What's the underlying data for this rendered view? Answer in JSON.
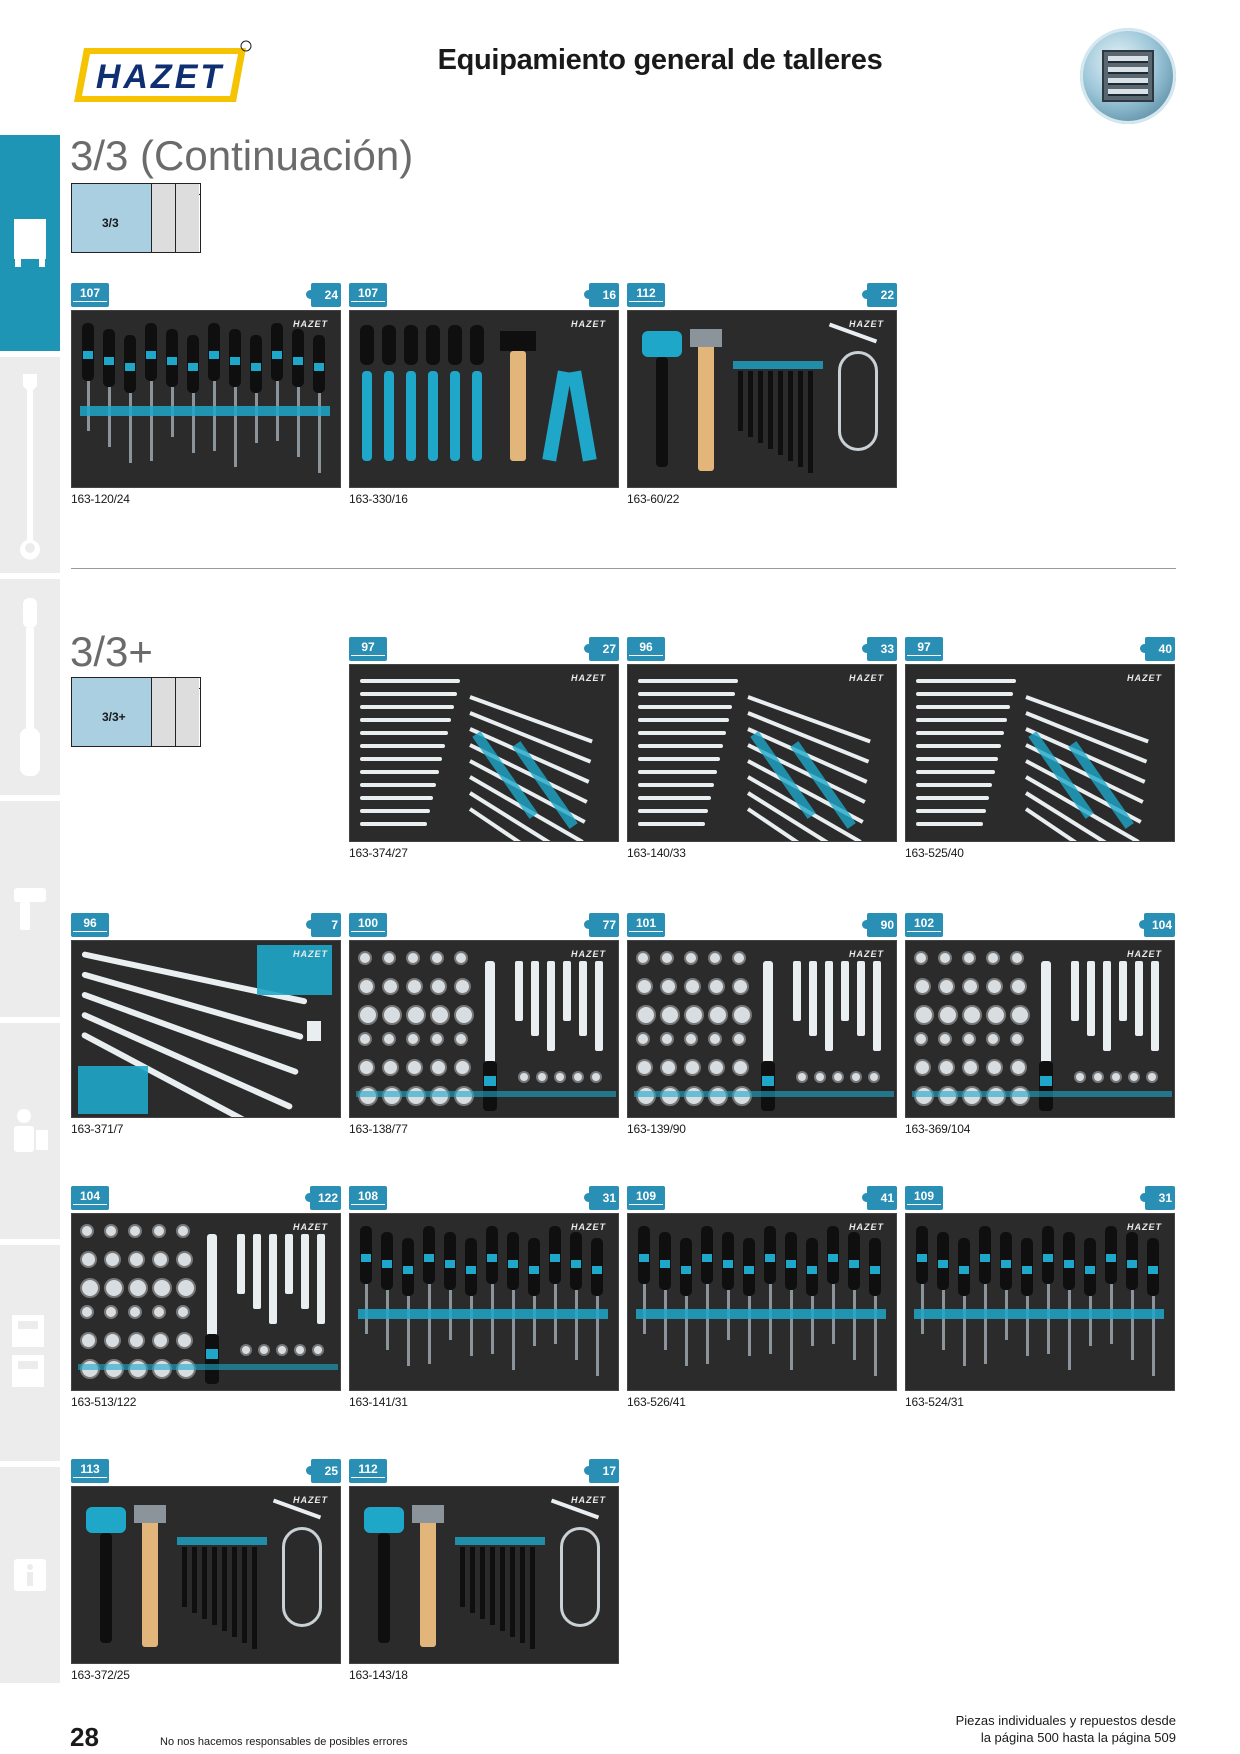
{
  "header": {
    "brand": "HAZET",
    "title": "Equipamiento general de talleres"
  },
  "sections": [
    {
      "title": "3/3 (Continuación)",
      "table_label": "3/3"
    },
    {
      "title": "3/3+",
      "table_label": "3/3+"
    }
  ],
  "products": [
    {
      "page_ref": "107",
      "count": "24",
      "sku": "163-120/24"
    },
    {
      "page_ref": "107",
      "count": "16",
      "sku": "163-330/16"
    },
    {
      "page_ref": "112",
      "count": "22",
      "sku": "163-60/22"
    },
    {
      "page_ref": "97",
      "count": "27",
      "sku": "163-374/27"
    },
    {
      "page_ref": "96",
      "count": "33",
      "sku": "163-140/33"
    },
    {
      "page_ref": "97",
      "count": "40",
      "sku": "163-525/40"
    },
    {
      "page_ref": "96",
      "count": "7",
      "sku": "163-371/7"
    },
    {
      "page_ref": "100",
      "count": "77",
      "sku": "163-138/77"
    },
    {
      "page_ref": "101",
      "count": "90",
      "sku": "163-139/90"
    },
    {
      "page_ref": "102",
      "count": "104",
      "sku": "163-369/104"
    },
    {
      "page_ref": "104",
      "count": "122",
      "sku": "163-513/122"
    },
    {
      "page_ref": "108",
      "count": "31",
      "sku": "163-141/31"
    },
    {
      "page_ref": "109",
      "count": "41",
      "sku": "163-526/41"
    },
    {
      "page_ref": "109",
      "count": "31",
      "sku": "163-524/31"
    },
    {
      "page_ref": "113",
      "count": "25",
      "sku": "163-372/25"
    },
    {
      "page_ref": "112",
      "count": "17",
      "sku": "163-143/18"
    }
  ],
  "footer": {
    "page_number": "28",
    "disclaimer": "No nos hacemos responsables de posibles errores",
    "spare_parts_line1": "Piezas individuales y repuestos desde",
    "spare_parts_line2": "la página 500 hasta la página 509"
  },
  "colors": {
    "accent": "#1f95b5",
    "foam": "#2b2b2b",
    "tool_blue": "#1ea7c9"
  },
  "sidebar_icons": [
    "tool-cabinet-icon",
    "wrench-icon",
    "torque-wrench-icon",
    "air-tool-icon",
    "mechanic-icon",
    "vehicle-lift-icon",
    "info-icon"
  ]
}
